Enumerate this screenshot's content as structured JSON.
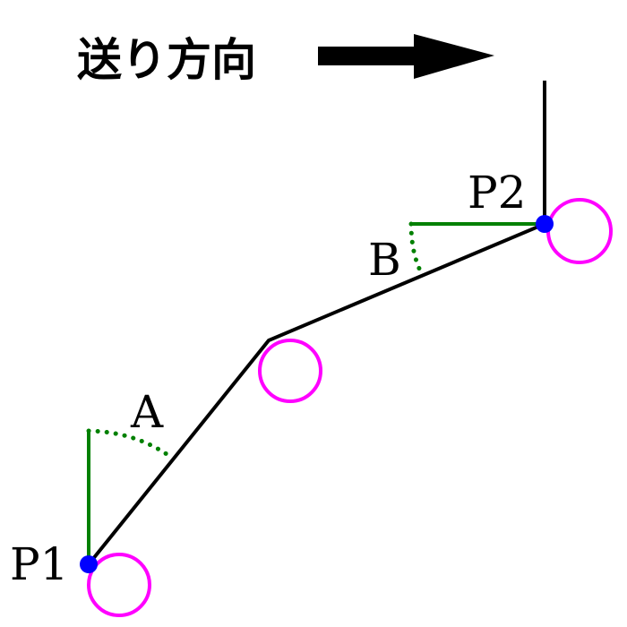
{
  "title": "送り方向",
  "labels": {
    "angle_a": "A",
    "angle_b": "B",
    "point_1": "P1",
    "point_2": "P2"
  },
  "colors": {
    "path": "#000000",
    "reference": "#008000",
    "tool_circle": "#ff00ff",
    "point": "#0000ff"
  }
}
